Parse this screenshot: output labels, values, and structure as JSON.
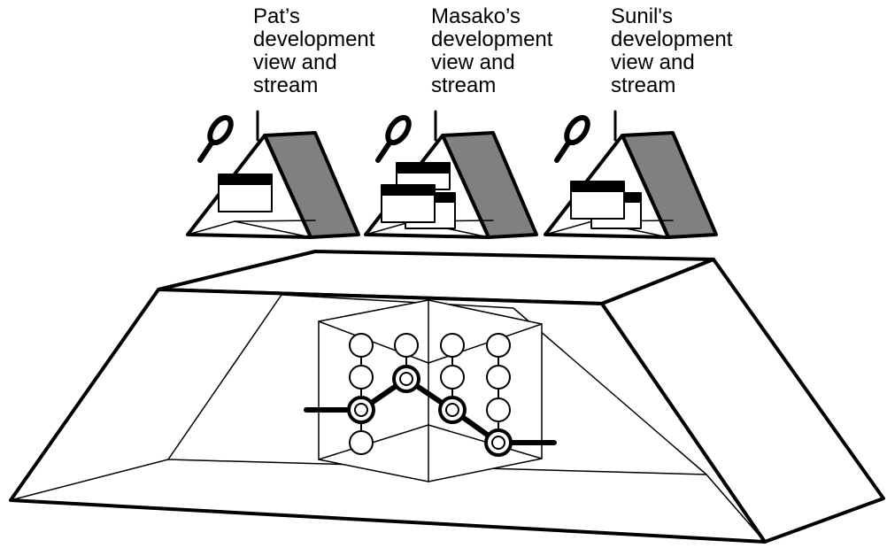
{
  "labels": [
    {
      "text": "Pat’s\ndevelopment\nview and\nstream"
    },
    {
      "text": "Masako’s\ndevelopment\nview and\nstream"
    },
    {
      "text": "Sunil's\ndevelopment\nview and\nstream"
    }
  ],
  "colors": {
    "stroke": "#000000",
    "shaded_roof": "#808080",
    "background": "#ffffff"
  }
}
